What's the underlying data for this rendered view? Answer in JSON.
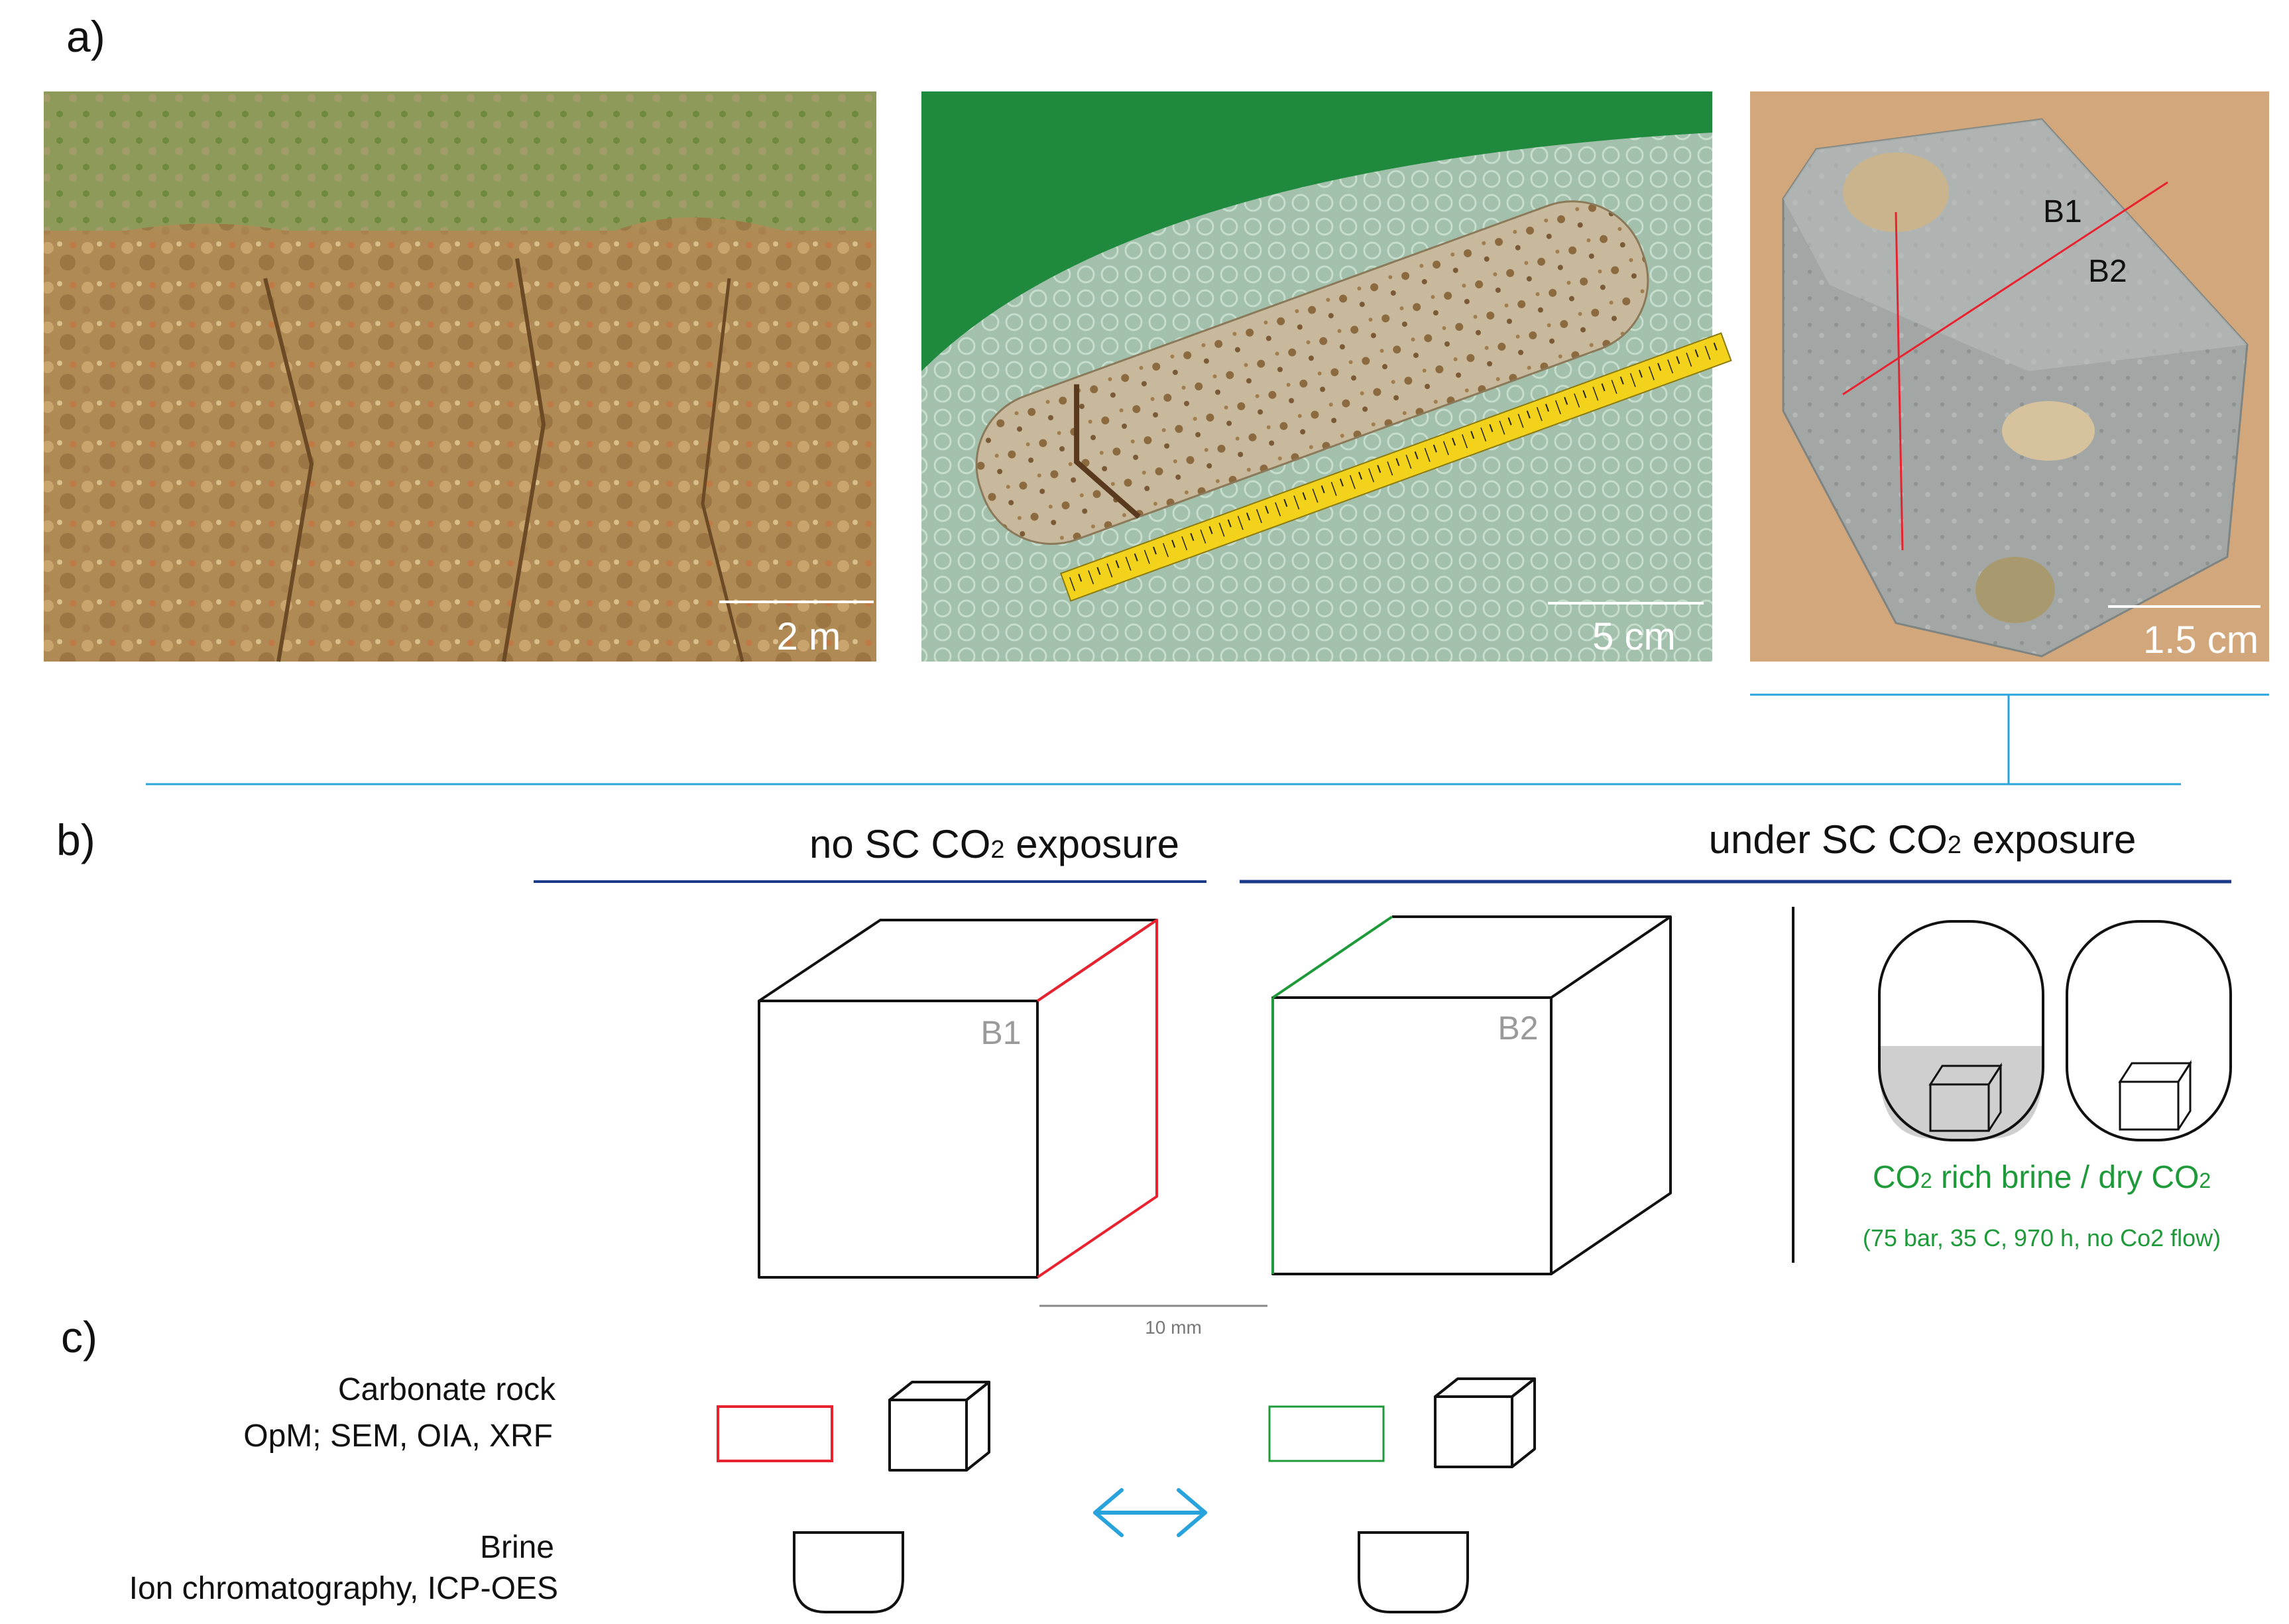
{
  "panels": {
    "a": "a)",
    "b": "b)",
    "c": "c)"
  },
  "photos": [
    {
      "subject": "rock outcrop",
      "scale_label": "2 m"
    },
    {
      "subject": "drill core with measuring tape",
      "scale_label": "5 cm"
    },
    {
      "subject": "rock block sample",
      "scale_label": "1.5 cm",
      "labels": [
        "B1",
        "B2"
      ]
    }
  ],
  "section_b": {
    "heading_left_prefix": "no SC CO",
    "heading_left_sub": "2",
    "heading_left_suffix": " exposure",
    "heading_right_prefix": "under SC CO",
    "heading_right_sub": "2",
    "heading_right_suffix": " exposure",
    "cube_b1": "B1",
    "cube_b2": "B2",
    "vessel_brine_prefix": "CO",
    "vessel_brine_sub": "2",
    "vessel_brine_suffix": " rich brine  /  dry CO",
    "vessel_dry_sub": "2",
    "conditions": "(75 bar, 35 C, 970 h, no Co2 flow)",
    "scalebar": "10 mm"
  },
  "section_c": {
    "rock_title": "Carbonate rock",
    "rock_methods": "OpM; SEM, OIA, XRF",
    "brine_title": "Brine",
    "brine_methods": "Ion chromatography, ICP-OES"
  },
  "colors": {
    "red_face": "#e8232f",
    "green_face": "#1f9a3a",
    "connector": "#29a3dc",
    "heading_rule": "#1a3a8a",
    "arrow": "#29a3dc"
  }
}
